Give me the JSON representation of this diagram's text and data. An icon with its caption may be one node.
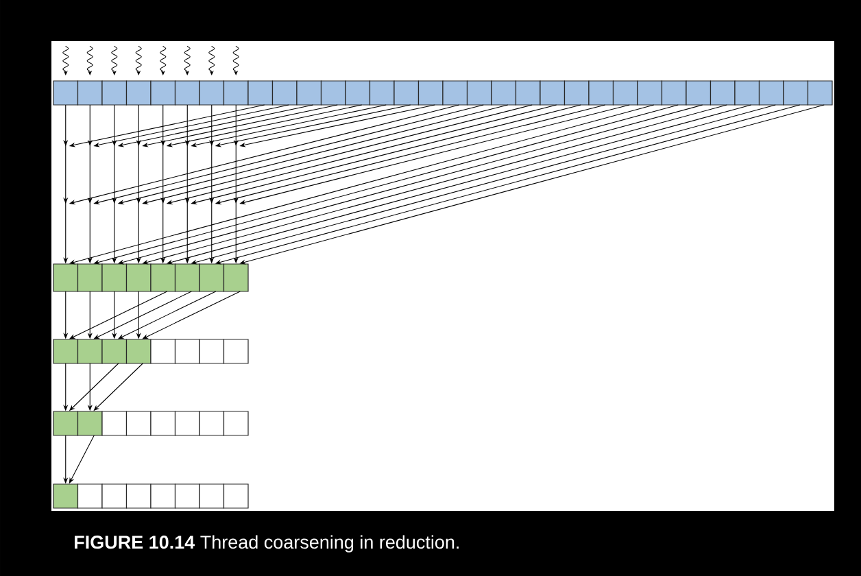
{
  "diagram": {
    "caption": "**FIGURE 10.14** Thread coarsening in reduction.",
    "nodes": [
      {
        "text": [],
        "shape": "box"
      },
      {
        "text": [],
        "shape": "box"
      },
      {
        "text": [],
        "shape": "box"
      },
      {
        "text": [],
        "shape": "box"
      },
      {
        "text": [],
        "shape": "box"
      },
      {
        "text": [],
        "shape": "box"
      },
      {
        "text": [],
        "shape": "box"
      },
      {
        "text": [],
        "shape": "box"
      },
      {
        "text": [],
        "shape": "box"
      },
      {
        "text": [],
        "shape": "box"
      },
      {
        "text": [],
        "shape": "box"
      },
      {
        "text": [],
        "shape": "box"
      },
      {
        "text": [],
        "shape": "box"
      },
      {
        "text": [],
        "shape": "box"
      },
      {
        "text": [],
        "shape": "box"
      },
      {
        "text": [],
        "shape": "box"
      },
      {
        "text": [],
        "shape": "box"
      },
      {
        "text": [],
        "shape": "box"
      },
      {
        "text": [],
        "shape": "box"
      },
      {
        "text": [],
        "shape": "box"
      },
      {
        "text": [],
        "shape": "box"
      },
      {
        "text": [],
        "shape": "box"
      },
      {
        "text": [],
        "shape": "box"
      },
      {
        "text": [],
        "shape": "box"
      },
      {
        "text": [],
        "shape": "box"
      },
      {
        "text": [],
        "shape": "box"
      },
      {
        "text": [],
        "shape": "box"
      },
      {
        "text": [],
        "shape": "box"
      },
      {
        "text": [],
        "shape": "box"
      },
      {
        "text": [],
        "shape": "box"
      },
      {
        "text": [],
        "shape": "box"
      },
      {
        "text": [],
        "shape": "box"
      },
      {
        "text": [],
        "shape": "box"
      },
      {
        "text": [],
        "shape": "box"
      },
      {
        "text": [],
        "shape": "box"
      },
      {
        "text": [],
        "shape": "box"
      },
      {
        "text": [],
        "shape": "box"
      },
      {
        "text": [],
        "shape": "box"
      },
      {
        "text": [],
        "shape": "box"
      },
      {
        "text": [],
        "shape": "box"
      },
      {
        "text": [],
        "shape": "box"
      },
      {
        "text": [],
        "shape": "box"
      },
      {
        "text": [],
        "shape": "box"
      },
      {
        "text": [],
        "shape": "box"
      },
      {
        "text": [],
        "shape": "box"
      },
      {
        "text": [],
        "shape": "box"
      },
      {
        "text": [],
        "shape": "box"
      },
      {
        "text": [],
        "shape": "box"
      },
      {
        "text": [],
        "shape": "box"
      },
      {
        "text": [],
        "shape": "box"
      },
      {
        "text": [],
        "shape": "box"
      },
      {
        "text": [],
        "shape": "box"
      },
      {
        "text": [],
        "shape": "box"
      },
      {
        "text": [],
        "shape": "box"
      },
      {
        "text": [],
        "shape": "box"
      },
      {
        "text": [],
        "shape": "box"
      },
      {
        "text": [],
        "shape": "box"
      },
      {
        "text": [],
        "shape": "box"
      },
      {
        "text": [],
        "shape": "box"
      },
      {
        "text": [],
        "shape": "box"
      },
      {
        "text": [],
        "shape": "box"
      },
      {
        "text": [],
        "shape": "box"
      },
      {
        "text": [],
        "shape": "box"
      },
      {
        "text": [],
        "shape": "box"
      }
    ],
    "edges": [
      {
        "from": 0,
        "to": 32,
        "arrow": "to"
      },
      {
        "from": 1,
        "to": 33,
        "arrow": "to"
      },
      {
        "from": 2,
        "to": 34,
        "arrow": "to"
      },
      {
        "from": 3,
        "to": 35,
        "arrow": "to"
      },
      {
        "from": 4,
        "to": 36,
        "arrow": "to"
      },
      {
        "from": 5,
        "to": 37,
        "arrow": "to"
      },
      {
        "from": 6,
        "to": 38,
        "arrow": "to"
      },
      {
        "from": 7,
        "to": 39,
        "arrow": "to"
      },
      {
        "from": 8,
        "to": null,
        "arrow": "to"
      },
      {
        "from": 9,
        "to": null,
        "arrow": "to"
      },
      {
        "from": 10,
        "to": null,
        "arrow": "to"
      },
      {
        "from": 11,
        "to": null,
        "arrow": "to"
      },
      {
        "from": 12,
        "to": null,
        "arrow": "to"
      },
      {
        "from": 13,
        "to": null,
        "arrow": "to"
      },
      {
        "from": 14,
        "to": null,
        "arrow": "to"
      },
      {
        "from": 15,
        "to": null,
        "arrow": "to"
      },
      {
        "from": 16,
        "to": null,
        "arrow": "to"
      },
      {
        "from": 17,
        "to": null,
        "arrow": "to"
      },
      {
        "from": 18,
        "to": null,
        "arrow": "to"
      },
      {
        "from": 19,
        "to": null,
        "arrow": "to"
      },
      {
        "from": 20,
        "to": null,
        "arrow": "to"
      },
      {
        "from": 21,
        "to": null,
        "arrow": "to"
      },
      {
        "from": 22,
        "to": null,
        "arrow": "to"
      },
      {
        "from": 23,
        "to": null,
        "arrow": "to"
      },
      {
        "from": 24,
        "to": 32,
        "arrow": "to"
      },
      {
        "from": 25,
        "to": 33,
        "arrow": "to"
      },
      {
        "from": 26,
        "to": 34,
        "arrow": "to"
      },
      {
        "from": 27,
        "to": 35,
        "arrow": "to"
      },
      {
        "from": 28,
        "to": 36,
        "arrow": "to"
      },
      {
        "from": 29,
        "to": 37,
        "arrow": "to"
      },
      {
        "from": 30,
        "to": 38,
        "arrow": "to"
      },
      {
        "from": 31,
        "to": 39,
        "arrow": "to"
      },
      {
        "from": 32,
        "to": 40,
        "arrow": "to"
      },
      {
        "from": 33,
        "to": 41,
        "arrow": "to"
      },
      {
        "from": 34,
        "to": 42,
        "arrow": "to"
      },
      {
        "from": 35,
        "to": 43,
        "arrow": "to"
      },
      {
        "from": 36,
        "to": 40,
        "arrow": "to"
      },
      {
        "from": 37,
        "to": 41,
        "arrow": "to"
      },
      {
        "from": 38,
        "to": 42,
        "arrow": "to"
      },
      {
        "from": 39,
        "to": 43,
        "arrow": "to"
      },
      {
        "from": 40,
        "to": 48,
        "arrow": "to"
      },
      {
        "from": 41,
        "to": 49,
        "arrow": "to"
      },
      {
        "from": 42,
        "to": 48,
        "arrow": "to"
      },
      {
        "from": 43,
        "to": 49,
        "arrow": "to"
      },
      {
        "from": 48,
        "to": 56,
        "arrow": "to"
      },
      {
        "from": 49,
        "to": 56,
        "arrow": "to"
      }
    ]
  }
}
